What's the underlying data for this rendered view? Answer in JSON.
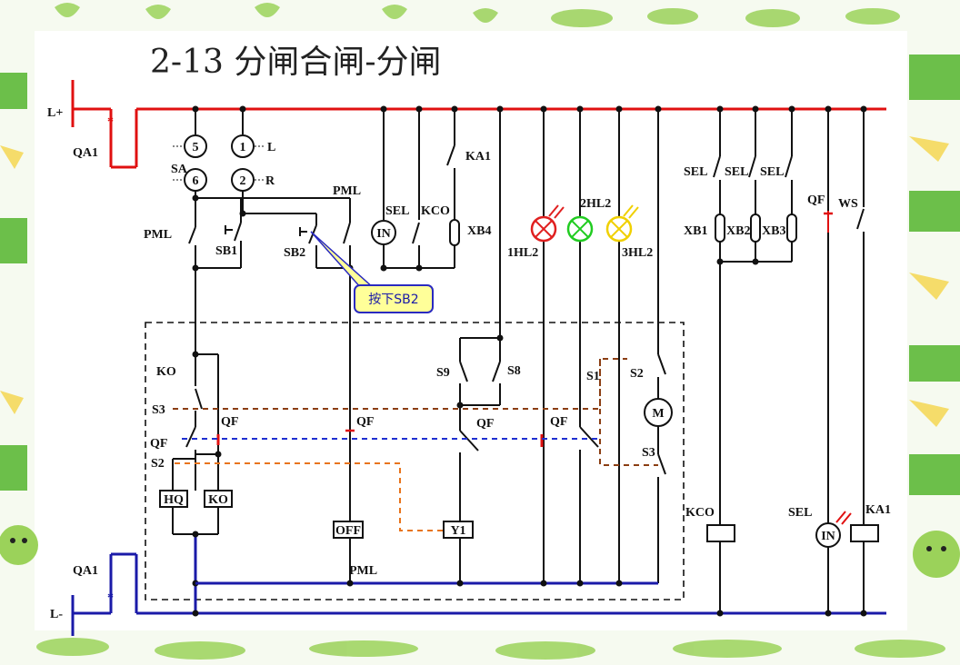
{
  "title": "2-13    分闸合闸-分闸",
  "callout": "按下SB2",
  "labels": {
    "lplus": "L+",
    "lminus": "L-",
    "qa1_top": "QA1",
    "qa1_bottom": "QA1",
    "sa": "SA",
    "sa5": "5",
    "sa1": "1",
    "sa6": "6",
    "sa2": "2",
    "sa_l": "L",
    "sa_r": "R",
    "pml_left": "PML",
    "pml_right": "PML",
    "sb1": "SB1",
    "sb2": "SB2",
    "sel1": "SEL",
    "in1": "IN",
    "kco_top": "KCO",
    "ka1_top": "KA1",
    "xb4": "XB4",
    "hl1": "1HL2",
    "hl2": "2HL2",
    "hl3": "3HL2",
    "sel_a": "SEL",
    "sel_b": "SEL",
    "sel_c": "SEL",
    "xb1": "XB1",
    "xb2": "XB2",
    "xb3": "XB3",
    "qf_right": "QF",
    "ws": "WS",
    "ko_label": "KO",
    "s3_left": "S3",
    "qf_left": "QF",
    "qf_left2": "QF",
    "s2_left": "S2",
    "hq": "HQ",
    "ko_box": "KO",
    "qf_mid": "QF",
    "off": "OFF",
    "pml_bottom": "PML",
    "s9": "S9",
    "s8": "S8",
    "qf_y1": "QF",
    "y1": "Y1",
    "qf_s1": "QF",
    "s1": "S1",
    "s2_right": "S2",
    "motor": "M",
    "s3_right": "S3",
    "kco_bottom": "KCO",
    "sel_bottom": "SEL",
    "in2": "IN",
    "ka1_bottom": "KA1"
  },
  "colors": {
    "busbar_plus": "#e01010",
    "busbar_minus": "#1a1aa8",
    "lamp_red": "#e02020",
    "lamp_green": "#22cc22",
    "lamp_yellow": "#f0d000",
    "callout_fill": "#ffff99",
    "callout_border": "#2a2ac0",
    "frame_green": "#8cc84b"
  }
}
